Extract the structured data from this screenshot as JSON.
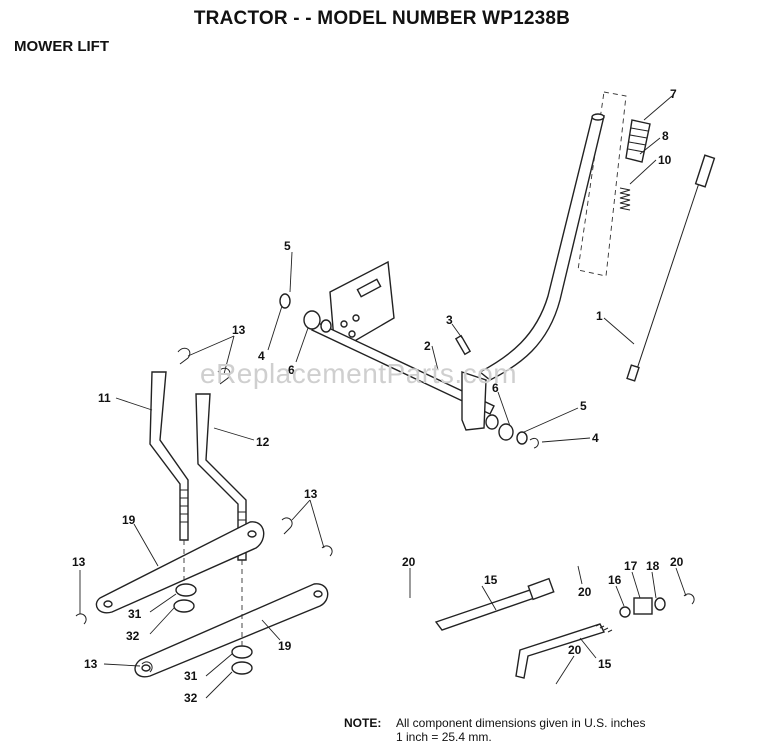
{
  "header": {
    "title": "TRACTOR - - MODEL NUMBER WP1238B",
    "subtitle": "MOWER LIFT"
  },
  "watermark": "eReplacementParts.com",
  "note": {
    "label": "NOTE:",
    "line1": "All component dimensions given in U.S. inches",
    "line2": "1 inch = 25.4 mm."
  },
  "callouts": [
    {
      "id": "c7",
      "text": "7"
    },
    {
      "id": "c8",
      "text": "8"
    },
    {
      "id": "c10",
      "text": "10"
    },
    {
      "id": "c5a",
      "text": "5"
    },
    {
      "id": "c4a",
      "text": "4"
    },
    {
      "id": "c6a",
      "text": "6"
    },
    {
      "id": "c3",
      "text": "3"
    },
    {
      "id": "c2",
      "text": "2"
    },
    {
      "id": "c1",
      "text": "1"
    },
    {
      "id": "c6b",
      "text": "6"
    },
    {
      "id": "c5b",
      "text": "5"
    },
    {
      "id": "c4b",
      "text": "4"
    },
    {
      "id": "c13a",
      "text": "13"
    },
    {
      "id": "c11",
      "text": "11"
    },
    {
      "id": "c12",
      "text": "12"
    },
    {
      "id": "c13b",
      "text": "13"
    },
    {
      "id": "c19a",
      "text": "19"
    },
    {
      "id": "c13c",
      "text": "13"
    },
    {
      "id": "c31a",
      "text": "31"
    },
    {
      "id": "c32a",
      "text": "32"
    },
    {
      "id": "c13d",
      "text": "13"
    },
    {
      "id": "c19b",
      "text": "19"
    },
    {
      "id": "c31b",
      "text": "31"
    },
    {
      "id": "c32b",
      "text": "32"
    },
    {
      "id": "c20a",
      "text": "20"
    },
    {
      "id": "c15a",
      "text": "15"
    },
    {
      "id": "c20b",
      "text": "20"
    },
    {
      "id": "c16",
      "text": "16"
    },
    {
      "id": "c17",
      "text": "17"
    },
    {
      "id": "c18",
      "text": "18"
    },
    {
      "id": "c20c",
      "text": "20"
    },
    {
      "id": "c20d",
      "text": "20"
    },
    {
      "id": "c15b",
      "text": "15"
    }
  ]
}
